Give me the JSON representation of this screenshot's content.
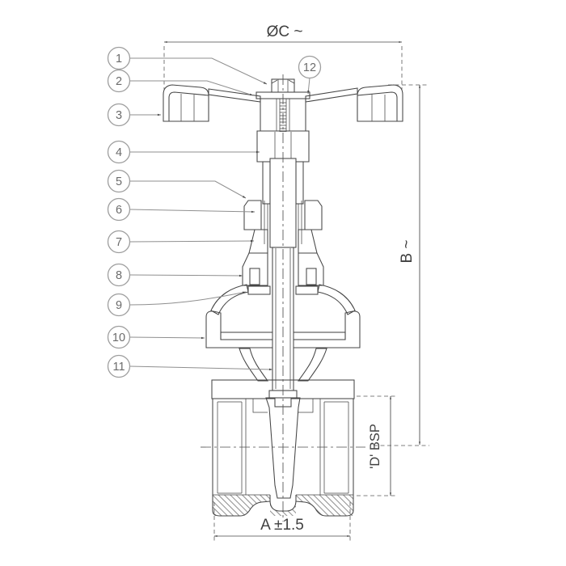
{
  "drawing": {
    "kind": "technical-drawing",
    "dimensions": {
      "top_diameter": "ØC ~",
      "overall_height": "B ~",
      "thread_size": "'D' BSP",
      "face_to_face": "A ±1.5"
    },
    "callouts": [
      "1",
      "2",
      "3",
      "4",
      "5",
      "6",
      "7",
      "8",
      "9",
      "10",
      "11",
      "12"
    ],
    "colors": {
      "line": "#454545",
      "callout_stroke": "#9e9e9e",
      "callout_text": "#6b6b6b",
      "dimension_text": "#3f3f3f",
      "background": "#ffffff"
    }
  }
}
